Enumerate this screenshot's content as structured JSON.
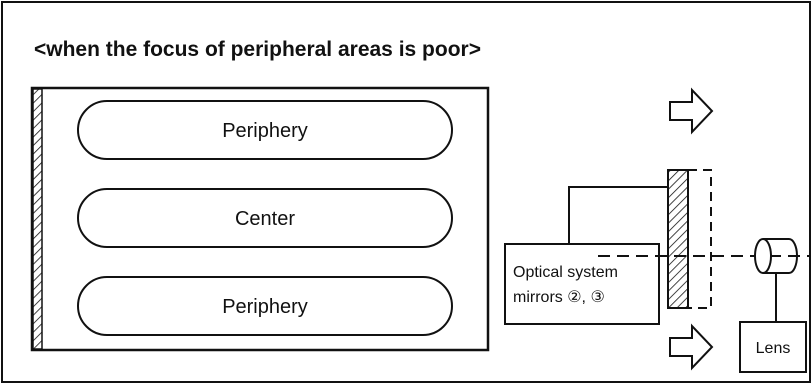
{
  "title": "<when the focus of peripheral areas is poor>",
  "screen": {
    "pills": [
      {
        "label": "Periphery"
      },
      {
        "label": "Center"
      },
      {
        "label": "Periphery"
      }
    ]
  },
  "optical_box": {
    "line1": "Optical system",
    "line2": "mirrors ②, ③"
  },
  "lens_box": {
    "label": "Lens"
  }
}
